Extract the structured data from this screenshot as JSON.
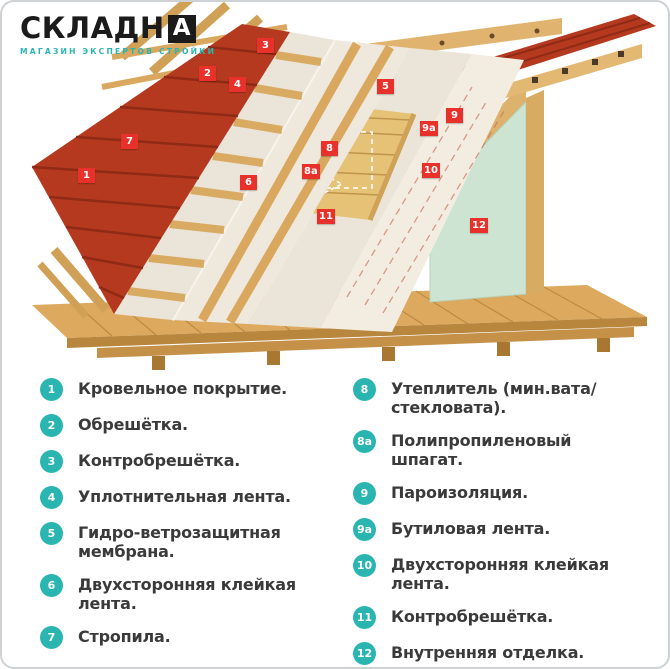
{
  "brand": {
    "logo_main": "СКЛАДН",
    "logo_boxed": "А",
    "tagline": "МАГАЗИН ЭКСПЕРТОВ СТРОЙКИ"
  },
  "colors": {
    "accent_teal": "#2ab5b1",
    "marker_red": "#e8312b",
    "roof_red": "#b5391f",
    "roof_red_dark": "#8f2a15",
    "wood": "#dcab63",
    "wood_dark": "#b8863c",
    "floor": "#dca95e",
    "membrane": "#efe9dd",
    "insulation": "#e6c276",
    "mint": "#cde4d2",
    "text": "#3a3a3a",
    "logo_black": "#1b1b1b",
    "border": "#cfd2d4"
  },
  "diagram": {
    "markers": [
      {
        "id": "1"
      },
      {
        "id": "2"
      },
      {
        "id": "3"
      },
      {
        "id": "4"
      },
      {
        "id": "5"
      },
      {
        "id": "6"
      },
      {
        "id": "7"
      },
      {
        "id": "8"
      },
      {
        "id": "8а"
      },
      {
        "id": "9"
      },
      {
        "id": "9а"
      },
      {
        "id": "10"
      },
      {
        "id": "11"
      },
      {
        "id": "12"
      }
    ]
  },
  "legend": {
    "columns": [
      {
        "items": [
          {
            "num": "1",
            "label": "Кровельное покрытие."
          },
          {
            "num": "2",
            "label": "Обрешётка."
          },
          {
            "num": "3",
            "label": "Контробрешётка."
          },
          {
            "num": "4",
            "label": "Уплотнительная лента."
          },
          {
            "num": "5",
            "label": "Гидро-ветрозащитная\nмембрана."
          },
          {
            "num": "6",
            "label": "Двухсторонняя клейкая\nлента."
          },
          {
            "num": "7",
            "label": "Стропила."
          }
        ]
      },
      {
        "items": [
          {
            "num": "8",
            "label": "Утеплитель (мин.вата/\nстекловата)."
          },
          {
            "num": "8а",
            "label": "Полипропиленовый\nшпагат."
          },
          {
            "num": "9",
            "label": "Пароизоляция."
          },
          {
            "num": "9а",
            "label": "Бутиловая лента."
          },
          {
            "num": "10",
            "label": "Двухсторонняя клейкая\nлента."
          },
          {
            "num": "11",
            "label": "Контробрешётка."
          },
          {
            "num": "12",
            "label": "Внутренняя отделка."
          }
        ]
      }
    ]
  }
}
